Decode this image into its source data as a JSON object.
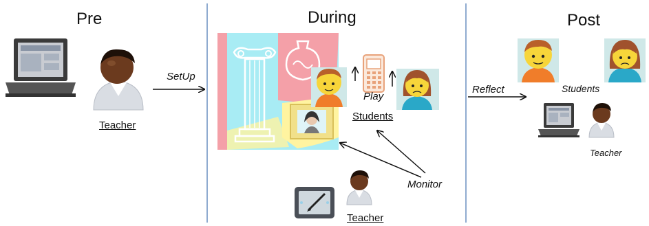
{
  "stages": {
    "pre": "Pre",
    "during": "During",
    "post": "Post"
  },
  "pre": {
    "teacher_label": "Teacher",
    "setup_label": "SetUp"
  },
  "during": {
    "play_label": "Play",
    "students_label": "Students",
    "monitor_label": "Monitor",
    "teacher_label": "Teacher"
  },
  "post": {
    "reflect_label": "Reflect",
    "students_label": "Students",
    "teacher_label": "Teacher"
  },
  "colors": {
    "divider": "#6a8fc0",
    "museum_cyan": "#a8ecf4",
    "museum_pink": "#f4a0a8",
    "museum_yellow": "#fff4a0",
    "face": "#f7d53a",
    "boy_shirt": "#f07d2a",
    "girl_shirt": "#2aa8c8",
    "teacher_skin": "#6b3a1e"
  }
}
